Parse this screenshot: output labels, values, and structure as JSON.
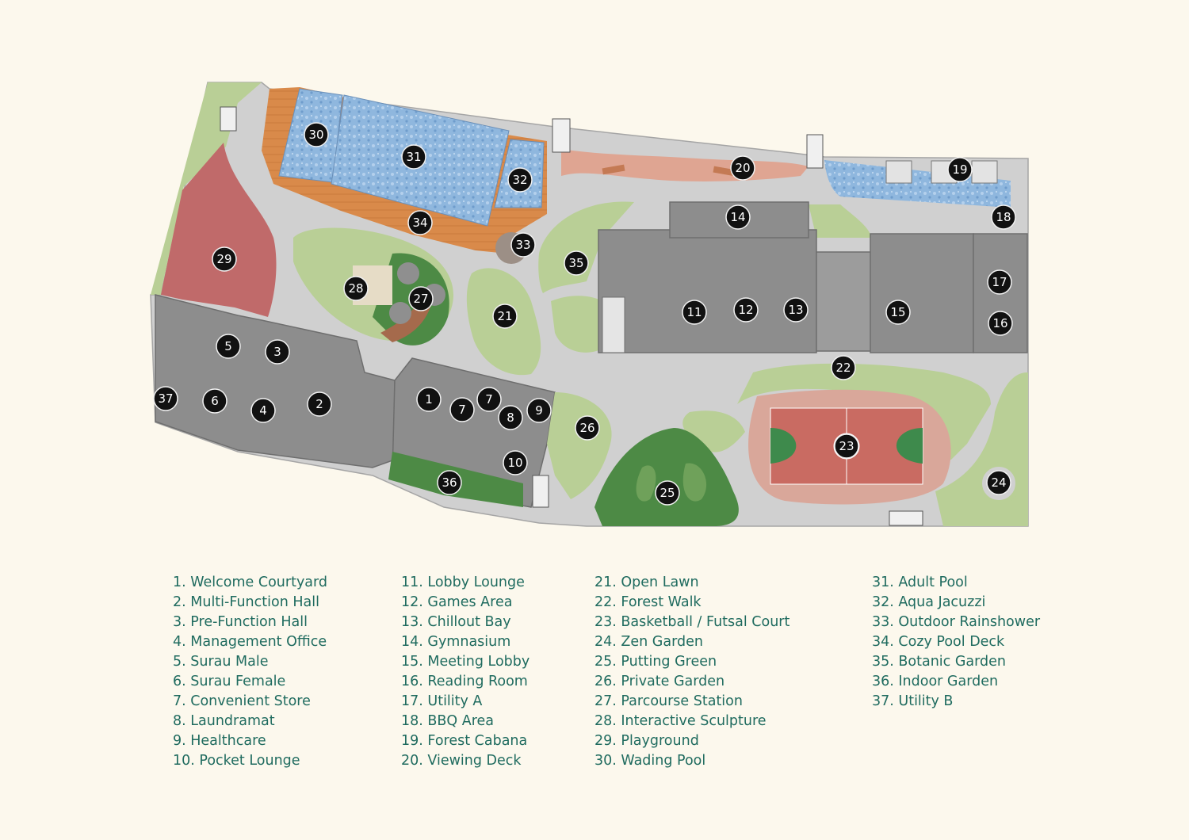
{
  "colors": {
    "background": "#fcf8ed",
    "path": "#d0d0d0",
    "lawn": "#b9cf96",
    "forest": "#4d8a45",
    "building": "#8d8d8d",
    "pool": "#8fb7de",
    "deck": "#d98a4a",
    "playground": "#c06a6a",
    "court_outer": "#c96b62",
    "court_green": "#3e8a4c",
    "legend_text": "#1f6b5f",
    "marker": "#111111"
  },
  "markers": [
    "1",
    "2",
    "3",
    "4",
    "5",
    "6",
    "7",
    "8",
    "9",
    "10",
    "11",
    "12",
    "13",
    "14",
    "15",
    "16",
    "17",
    "18",
    "19",
    "20",
    "21",
    "22",
    "23",
    "24",
    "25",
    "26",
    "27",
    "28",
    "29",
    "30",
    "31",
    "32",
    "33",
    "34",
    "35",
    "36",
    "37"
  ],
  "legend": [
    "1. Welcome Courtyard",
    "2. Multi-Function Hall",
    "3. Pre-Function Hall",
    "4. Management Office",
    "5. Surau Male",
    "6. Surau Female",
    "7. Convenient Store",
    "8. Laundramat",
    "9. Healthcare",
    "10. Pocket Lounge",
    "11. Lobby Lounge",
    "12. Games Area",
    "13. Chillout Bay",
    "14. Gymnasium",
    "15. Meeting Lobby",
    "16. Reading Room",
    "17. Utility A",
    "18. BBQ Area",
    "19. Forest Cabana",
    "20. Viewing Deck",
    "21. Open Lawn",
    "22. Forest Walk",
    "23. Basketball / Futsal Court",
    "24. Zen Garden",
    "25. Putting Green",
    "26. Private Garden",
    "27. Parcourse Station",
    "28. Interactive Sculpture",
    "29. Playground",
    "30. Wading Pool",
    "31. Adult Pool",
    "32. Aqua Jacuzzi",
    "33. Outdoor Rainshower",
    "34. Cozy Pool Deck",
    "35. Botanic Garden",
    "36. Indoor Garden",
    "37. Utility B"
  ]
}
